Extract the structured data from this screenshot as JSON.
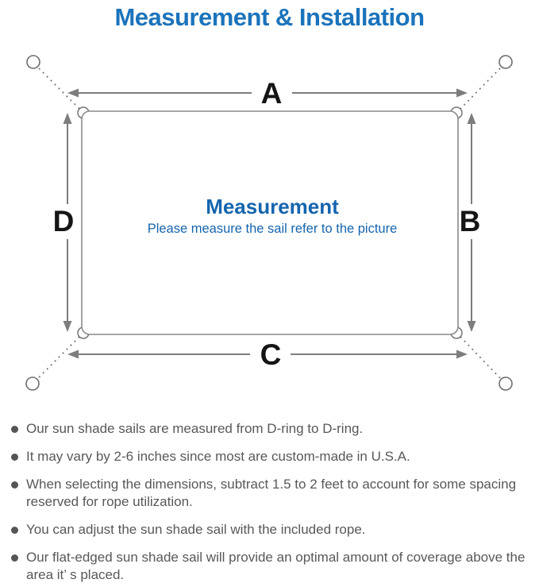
{
  "title": "Measurement & Installation",
  "diagram": {
    "labels": {
      "top": "A",
      "right": "B",
      "bottom": "C",
      "left": "D"
    },
    "center_title": "Measurement",
    "center_subtitle": "Please measure the sail refer to the picture"
  },
  "notes": [
    "Our sun shade sails are measured from D-ring to D-ring.",
    "It may vary by 2-6 inches since most are custom-made in U.S.A.",
    "When selecting the dimensions, subtract 1.5 to 2 feet to account for some spacing reserved for rope utilization.",
    "You can adjust the sun shade sail with the included rope.",
    "Our flat-edged sun shade sail will provide an optimal amount of coverage above the area it’ s placed."
  ],
  "colors": {
    "title_blue": "#1b73bb",
    "center_blue": "#1565ae",
    "line_gray": "#7d7d7d",
    "text_gray": "#585858",
    "label_black": "#151515"
  }
}
